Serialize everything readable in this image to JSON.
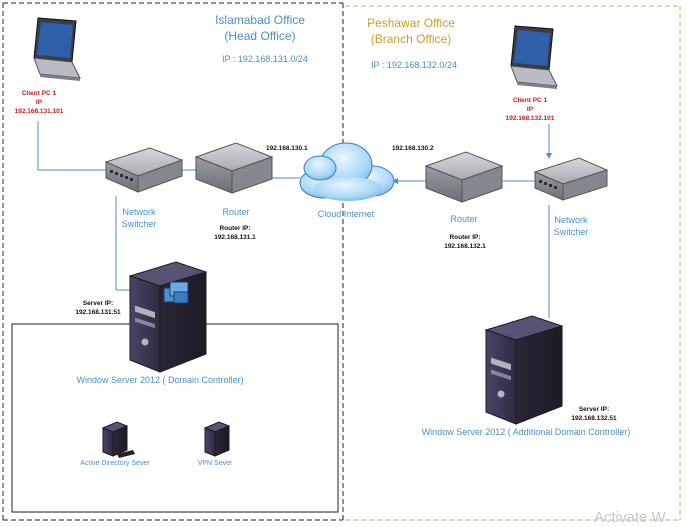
{
  "islamabad": {
    "title_line1": "Islamabad Office",
    "title_line2": "(Head Office)",
    "subnet": "IP : 192.168.131.0/24",
    "client": {
      "name": "Client PC 1",
      "ip_label": "IP",
      "ip": "192.168.131.101"
    },
    "switch": {
      "line1": "Network",
      "line2": "Switcher"
    },
    "router": {
      "caption": "Router",
      "ip_label": "Router IP:",
      "ip": "192.168.131.1",
      "wan_ip": "192.168.130.1"
    },
    "server": {
      "ip_label": "Server IP:",
      "ip": "192.168.131.51",
      "caption": "Window Server 2012 ( Domain Controller)"
    },
    "roles": {
      "ad": "Active Directory Sever",
      "vpn": "VPN Sever"
    }
  },
  "peshawar": {
    "title_line1": "Peshawar Office",
    "title_line2": "(Branch Office)",
    "subnet": "IP : 192.168.132.0/24",
    "client": {
      "name": "Client PC 1",
      "ip_label": "IP",
      "ip": "192.168.132.101"
    },
    "switch": {
      "line1": "Network",
      "line2": "Switcher"
    },
    "router": {
      "caption": "Router",
      "ip_label": "Router IP:",
      "ip": "192.168.132.1",
      "wan_ip": "192.168.130.2"
    },
    "server": {
      "ip_label": "Server IP:",
      "ip": "192.168.132.51",
      "caption": "Window Server 2012 ( Additional Domain Controller)"
    }
  },
  "cloud": {
    "caption": "Cloud Internet"
  },
  "watermark": "Activate W",
  "colors": {
    "link": "#4a90c8",
    "caption": "#4a90c8",
    "client_ip": "#cc1a1a",
    "branch_title": "#c9a227",
    "server_body": "#3e3754",
    "device_gray": "#8e9096"
  }
}
